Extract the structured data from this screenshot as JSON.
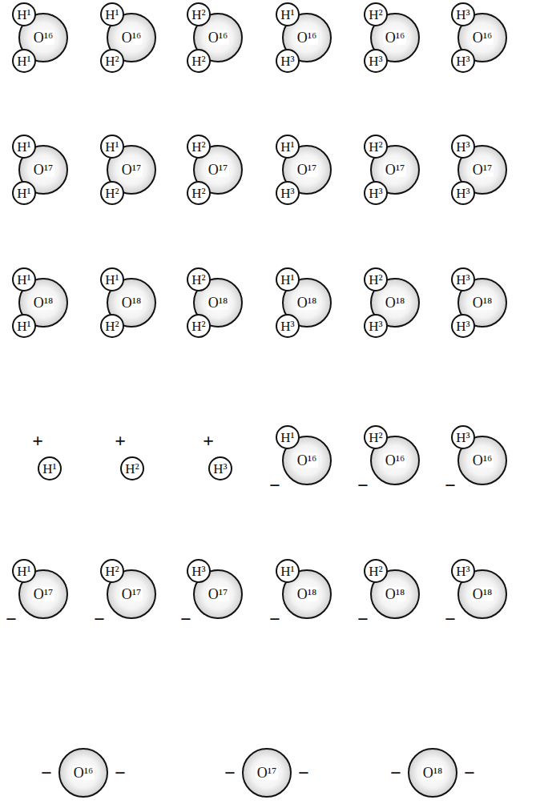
{
  "diagram": {
    "nodes": [
      {
        "text": [
          "H¹"
        ]
      },
      {
        "text": [
          "O¹⁶"
        ]
      },
      {
        "text": [
          "H¹"
        ]
      },
      {
        "text": [
          "H¹"
        ]
      },
      {
        "text": [
          "O¹⁶"
        ]
      },
      {
        "text": [
          "H²"
        ]
      },
      {
        "text": [
          "H²"
        ]
      },
      {
        "text": [
          "O¹⁶"
        ]
      },
      {
        "text": [
          "H²"
        ]
      },
      {
        "text": [
          "H¹"
        ]
      },
      {
        "text": [
          "O¹⁶"
        ]
      },
      {
        "text": [
          "H³"
        ]
      },
      {
        "text": [
          "H²"
        ]
      },
      {
        "text": [
          "O¹⁶"
        ]
      },
      {
        "text": [
          "H³"
        ]
      },
      {
        "text": [
          "H³"
        ]
      },
      {
        "text": [
          "O¹⁶"
        ]
      },
      {
        "text": [
          "H³"
        ]
      },
      {
        "text": [
          "H¹"
        ]
      },
      {
        "text": [
          "O¹⁷"
        ]
      },
      {
        "text": [
          "H¹"
        ]
      },
      {
        "text": [
          "H¹"
        ]
      },
      {
        "text": [
          "O¹⁷"
        ]
      },
      {
        "text": [
          "H²"
        ]
      },
      {
        "text": [
          "H²"
        ]
      },
      {
        "text": [
          "O¹⁷"
        ]
      },
      {
        "text": [
          "H²"
        ]
      },
      {
        "text": [
          "H¹"
        ]
      },
      {
        "text": [
          "O¹⁷"
        ]
      },
      {
        "text": [
          "H³"
        ]
      },
      {
        "text": [
          "H²"
        ]
      },
      {
        "text": [
          "O¹⁷"
        ]
      },
      {
        "text": [
          "H³"
        ]
      },
      {
        "text": [
          "H³"
        ]
      },
      {
        "text": [
          "O¹⁷"
        ]
      },
      {
        "text": [
          "H³"
        ]
      },
      {
        "text": [
          "H¹"
        ]
      },
      {
        "text": [
          "O¹⁸"
        ]
      },
      {
        "text": [
          "H¹"
        ]
      },
      {
        "text": [
          "H¹"
        ]
      },
      {
        "text": [
          "O¹⁸"
        ]
      },
      {
        "text": [
          "H²"
        ]
      },
      {
        "text": [
          "H²"
        ]
      },
      {
        "text": [
          "O¹⁸"
        ]
      },
      {
        "text": [
          "H²"
        ]
      },
      {
        "text": [
          "H¹"
        ]
      },
      {
        "text": [
          "O¹⁸"
        ]
      },
      {
        "text": [
          "H³"
        ]
      },
      {
        "text": [
          "H²"
        ]
      },
      {
        "text": [
          "O¹⁸"
        ]
      },
      {
        "text": [
          "H³"
        ]
      },
      {
        "text": [
          "H³"
        ]
      },
      {
        "text": [
          "O¹⁸"
        ]
      },
      {
        "text": [
          "H³"
        ]
      },
      {
        "text": [
          "H¹"
        ]
      },
      {
        "text": [
          "H²"
        ]
      },
      {
        "text": [
          "H³"
        ]
      },
      {
        "text": [
          "H¹"
        ]
      },
      {
        "text": [
          "O¹⁶"
        ]
      },
      {
        "text": [
          "H²"
        ]
      },
      {
        "text": [
          "O¹⁶"
        ]
      },
      {
        "text": [
          "H³"
        ]
      },
      {
        "text": [
          "O¹⁶"
        ]
      },
      {
        "text": [
          "H¹"
        ]
      },
      {
        "text": [
          "O¹⁷"
        ]
      },
      {
        "text": [
          "H²"
        ]
      },
      {
        "text": [
          "O¹⁷"
        ]
      },
      {
        "text": [
          "H³"
        ]
      },
      {
        "text": [
          "O¹⁷"
        ]
      },
      {
        "text": [
          "H¹"
        ]
      },
      {
        "text": [
          "O¹⁸"
        ]
      },
      {
        "text": [
          "H²"
        ]
      },
      {
        "text": [
          "O¹⁸"
        ]
      },
      {
        "text": [
          "H³"
        ]
      },
      {
        "text": [
          "O¹⁸"
        ]
      },
      {
        "text": [
          "O¹⁶"
        ]
      },
      {
        "text": [
          "O¹⁷"
        ]
      },
      {
        "text": [
          "O¹⁸"
        ]
      }
    ],
    "labels": [
      "+",
      "+",
      "+",
      "−",
      "−",
      "−",
      "−",
      "−",
      "−",
      "−",
      "−",
      "−",
      "−",
      "−",
      "−",
      "−",
      "−",
      "−"
    ]
  }
}
